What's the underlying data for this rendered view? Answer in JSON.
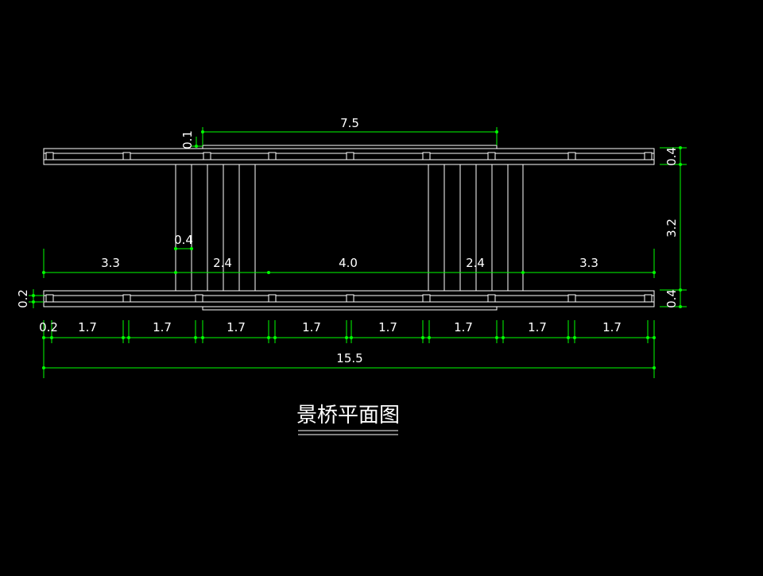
{
  "title": "景桥平面图",
  "colors": {
    "background": "#000000",
    "structure": "#ffffff",
    "dimension": "#00ff00"
  },
  "dimensions": {
    "top_span": "7.5",
    "top_offset": "0.1",
    "pillar_width": "0.4",
    "left_segment": "3.3",
    "left_pier": "2.4",
    "middle_segment": "4.0",
    "right_pier": "2.4",
    "right_segment": "3.3",
    "edge_left": "0.2",
    "post_spacing": [
      "1.7",
      "1.7",
      "1.7",
      "1.7",
      "1.7",
      "1.7",
      "1.7",
      "1.7"
    ],
    "total_length": "15.5",
    "right_top": "0.4",
    "right_middle": "3.2",
    "right_bottom": "0.4",
    "left_side": "0.2"
  }
}
